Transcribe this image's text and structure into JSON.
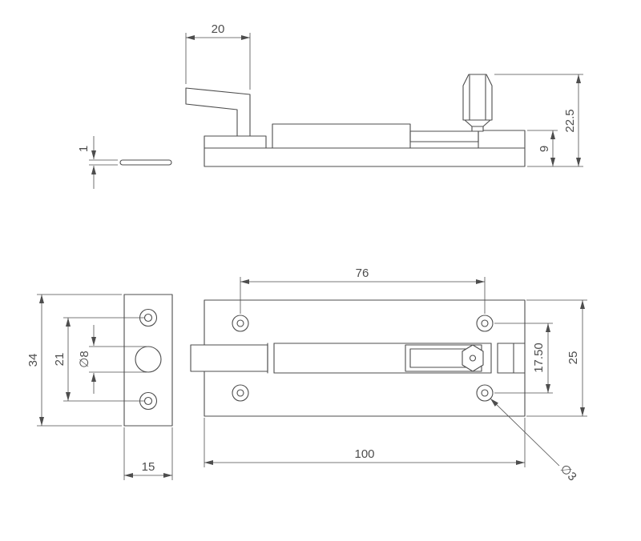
{
  "colors": {
    "background": "#ffffff",
    "line": "#4d4d4d",
    "text": "#4d4d4d"
  },
  "side_view": {
    "dims": {
      "handle_length": "20",
      "keep_plate_thickness": "1",
      "overall_height": "22.5",
      "body_height": "9"
    }
  },
  "plan_view": {
    "dims": {
      "screw_hole_spacing_length": "76",
      "keep_plate_length": "34",
      "keep_screw_spacing": "21",
      "keep_hole_diameter": "∅8",
      "keep_plate_width": "15",
      "baseplate_length": "100",
      "screw_hole_spacing_width": "17.50",
      "baseplate_width": "25",
      "screw_hole_diameter": "∅3"
    }
  }
}
